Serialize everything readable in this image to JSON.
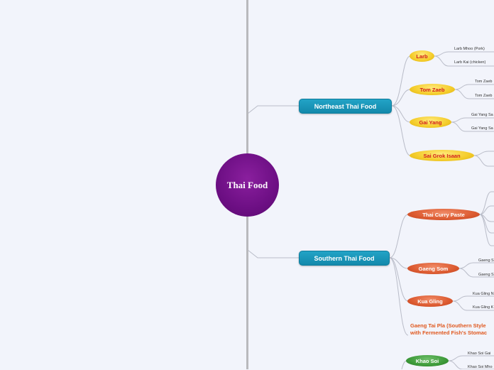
{
  "map": {
    "root": {
      "label": "Thai Food"
    },
    "branches": [
      {
        "label": "Northeast Thai Food",
        "children": [
          {
            "label": "Larb",
            "color": "#f4cc2a",
            "leaves": [
              "Larb Mhoo (Pork)",
              "Larb Kai (chicken)"
            ]
          },
          {
            "label": "Tom Zaeb",
            "color": "#f4cc2a",
            "leaves": [
              "Tom Zaeb",
              "Tom Zaeb"
            ]
          },
          {
            "label": "Gai Yang",
            "color": "#f4cc2a",
            "leaves": [
              "Gai Yang Sa",
              "Gai Yang Sa"
            ]
          },
          {
            "label": "Sai Grok Isaan",
            "color": "#f4cc2a",
            "leaves": []
          }
        ]
      },
      {
        "label": "Southern Thai Food",
        "children": [
          {
            "label": "Thai Curry Paste",
            "color": "#dc5a30",
            "leaves": []
          },
          {
            "label": "Gaeng Som",
            "color": "#dc5a30",
            "leaves": [
              "Gaeng S",
              "Gaeng S"
            ]
          },
          {
            "label": "Kua Gling",
            "color": "#dc5a30",
            "leaves": [
              "Kua Gling N",
              "Kua Gling K"
            ]
          }
        ],
        "note": [
          "Gaeng Tai Pla (Southern Style",
          "with Fermented Fish's Stomac"
        ]
      },
      {
        "label": "",
        "children": [
          {
            "label": "Khao Soi",
            "color": "#3d9a39",
            "leaves": [
              "Khao Soi Gai",
              "Khao Soi Mho"
            ]
          }
        ]
      }
    ]
  }
}
